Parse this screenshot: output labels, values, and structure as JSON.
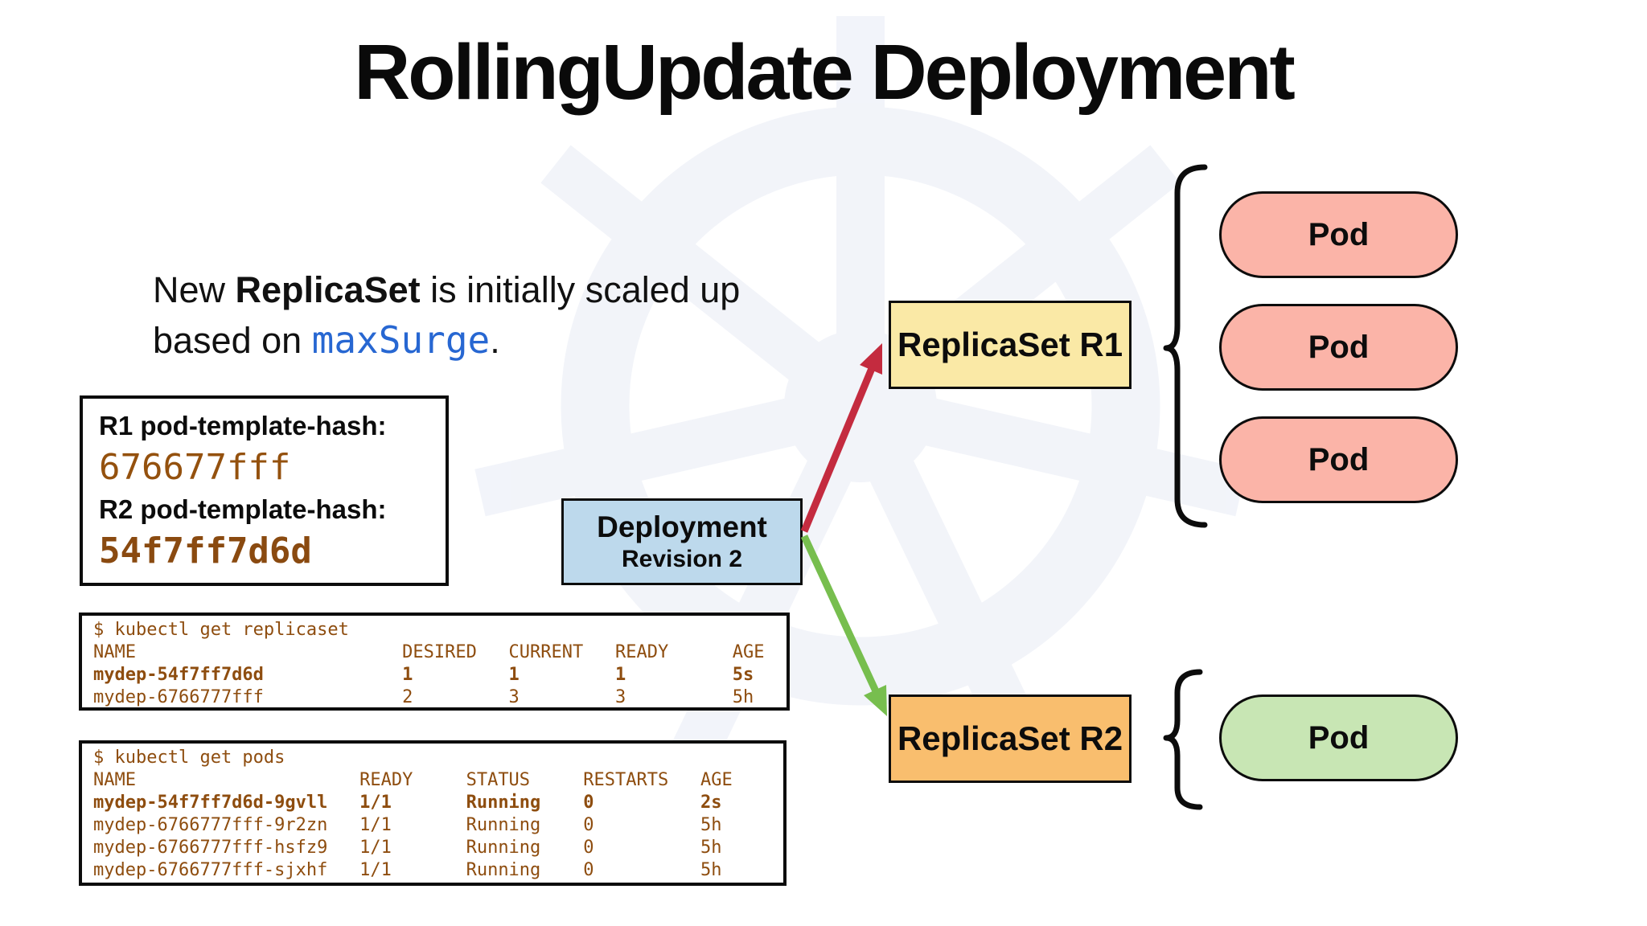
{
  "title": "RollingUpdate Deployment",
  "intro": {
    "line1_start": "New ",
    "line1_bold": "ReplicaSet",
    "line1_end": " is initially scaled up",
    "line2_start": "based on ",
    "line2_code": "maxSurge",
    "line2_end": "."
  },
  "hash_box": {
    "r1_label": "R1 pod-template-hash:",
    "r1_hash": "676677fff",
    "r2_label": "R2 pod-template-hash:",
    "r2_hash": "54f7ff7d6d"
  },
  "terminal_replicaset": {
    "lines": [
      "$ kubectl get replicaset",
      "NAME                         DESIRED   CURRENT   READY      AGE",
      "mydep-54f7ff7d6d             1         1         1          5s",
      "mydep-6766777fff             2         3         3          5h"
    ]
  },
  "terminal_pods": {
    "lines": [
      "$ kubectl get pods",
      "NAME                     READY     STATUS     RESTARTS   AGE",
      "mydep-54f7ff7d6d-9gvll   1/1       Running    0          2s",
      "mydep-6766777fff-9r2zn   1/1       Running    0          5h",
      "mydep-6766777fff-hsfz9   1/1       Running    0          5h",
      "mydep-6766777fff-sjxhf   1/1       Running    0          5h"
    ]
  },
  "deployment": {
    "title": "Deployment",
    "subtitle": "Revision 2"
  },
  "replicaset_r1": {
    "label": "ReplicaSet R1"
  },
  "replicaset_r2": {
    "label": "ReplicaSet R2"
  },
  "pods": {
    "r1": [
      "Pod",
      "Pod",
      "Pod"
    ],
    "r2": [
      "Pod"
    ]
  },
  "colors": {
    "deployment_fill": "#bdd9ec",
    "replicaset_r1_fill": "#fae9a6",
    "replicaset_r2_fill": "#f9be6e",
    "pod_r1_fill": "#fbb4a8",
    "pod_r2_fill": "#c8e6b4",
    "arrow_to_r1": "#c42b3f",
    "arrow_to_r2": "#77be4e",
    "terminal_text": "#8e4d0f",
    "hash_text": "#94510e",
    "code_blue": "#2767d2"
  }
}
